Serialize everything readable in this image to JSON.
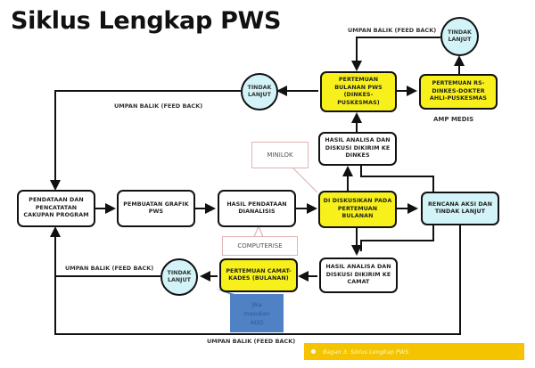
{
  "title": "Siklus Lengkap PWS",
  "boxes": {
    "pendataan": "PENDATAAN DAN PENCATATAN CAKUPAN PROGRAM",
    "grafik": "PEMBUATAN GRAFIK PWS",
    "hasil_pendataan": "HASIL PENDATAAN DIANALISIS",
    "didiskusikan": "DI DISKUSIKAN PADA PERTEMUAN BULANAN",
    "rencana": "RENCANA AKSI DAN TINDAK LANJUT",
    "hasil_dinkes": "HASIL ANALISA DAN DISKUSI DIKIRIM KE DINKES",
    "pertemuan_pws": "PERTEMUAN BULANAN PWS (DINKES-PUSKESMAS)",
    "pertemuan_rs": "PERTEMUAN RS-DINKES-DOKTER AHLI-PUSKESMAS",
    "hasil_camat": "HASIL ANALISA DAN DISKUSI DIKIRIM KE CAMAT",
    "pertemuan_camat": "PERTEMUAN CAMAT-KADES (BULANAN)"
  },
  "circles": {
    "tindak_top_right": "TINDAK LANJUT",
    "tindak_mid": "TINDAK LANJUT",
    "tindak_bottom": "TINDAK LANJUT"
  },
  "labels": {
    "feedback_top": "UMPAN BALIK (FEED BACK)",
    "feedback_mid": "UMPAN BALIK (FEED BACK)",
    "feedback_lower": "UMPAN BALIK (FEED BACK)",
    "feedback_bottom": "UMPAN BALIK (FEED BACK)",
    "amp_medis": "AMP MEDIS"
  },
  "callouts": {
    "minilok": "MINILOK",
    "computerise": "COMPUTERISE",
    "blue_lines": [
      "Jika",
      "masukan",
      "ADD"
    ]
  },
  "caption": "Bagan 3. Siklus Lengkap PWS",
  "colors": {
    "yellow": "#f7f01a",
    "cyan": "#d2f3f7",
    "caption_bg": "#f5c400",
    "blue_callout": "#4f81c4"
  }
}
